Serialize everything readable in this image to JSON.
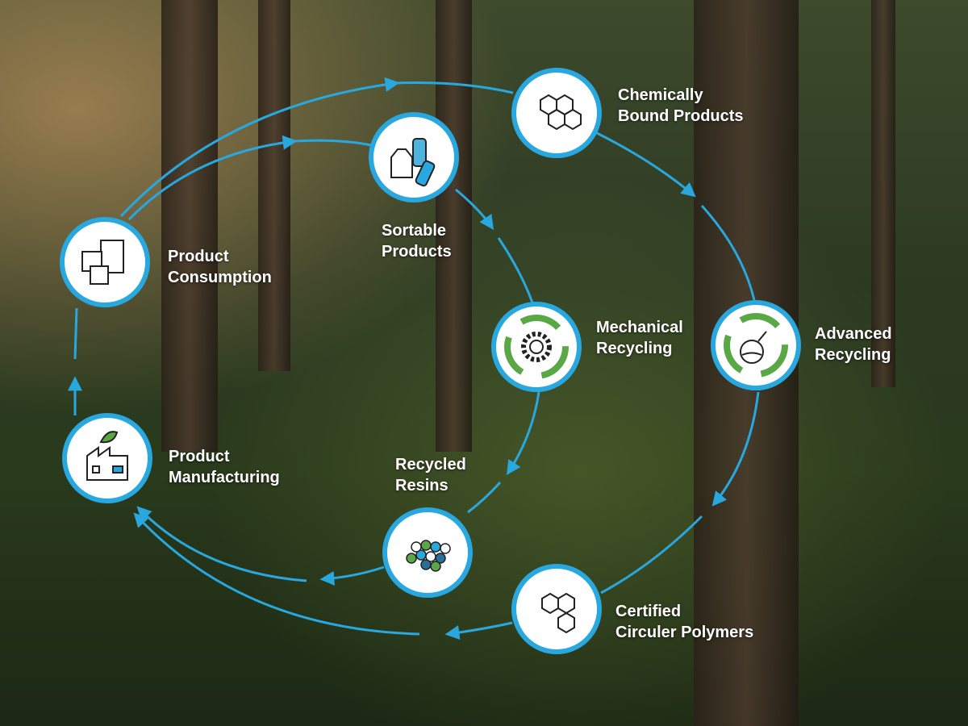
{
  "colors": {
    "arrow": "#29a8e0",
    "recycle": "#5aa845",
    "icon": "#222222"
  },
  "nodes": {
    "chemically_bound": {
      "line1": "Chemically",
      "line2": "Bound Products",
      "icon": "hexagon-molecule-icon"
    },
    "sortable": {
      "line1": "Sortable",
      "line2": "Products",
      "icon": "bottles-bag-icon"
    },
    "consumption": {
      "line1": "Product",
      "line2": "Consumption",
      "icon": "boxes-icon"
    },
    "mechanical": {
      "line1": "Mechanical",
      "line2": "Recycling",
      "icon": "gear-recycle-icon"
    },
    "advanced": {
      "line1": "Advanced",
      "line2": "Recycling",
      "icon": "flask-recycle-icon"
    },
    "manufacturing": {
      "line1": "Product",
      "line2": "Manufacturing",
      "icon": "factory-icon"
    },
    "resins": {
      "line1": "Recycled",
      "line2": "Resins",
      "icon": "resin-pellets-icon"
    },
    "certified": {
      "line1": "Certified",
      "line2": "Circuler Polymers",
      "icon": "polymer-rings-icon"
    }
  }
}
